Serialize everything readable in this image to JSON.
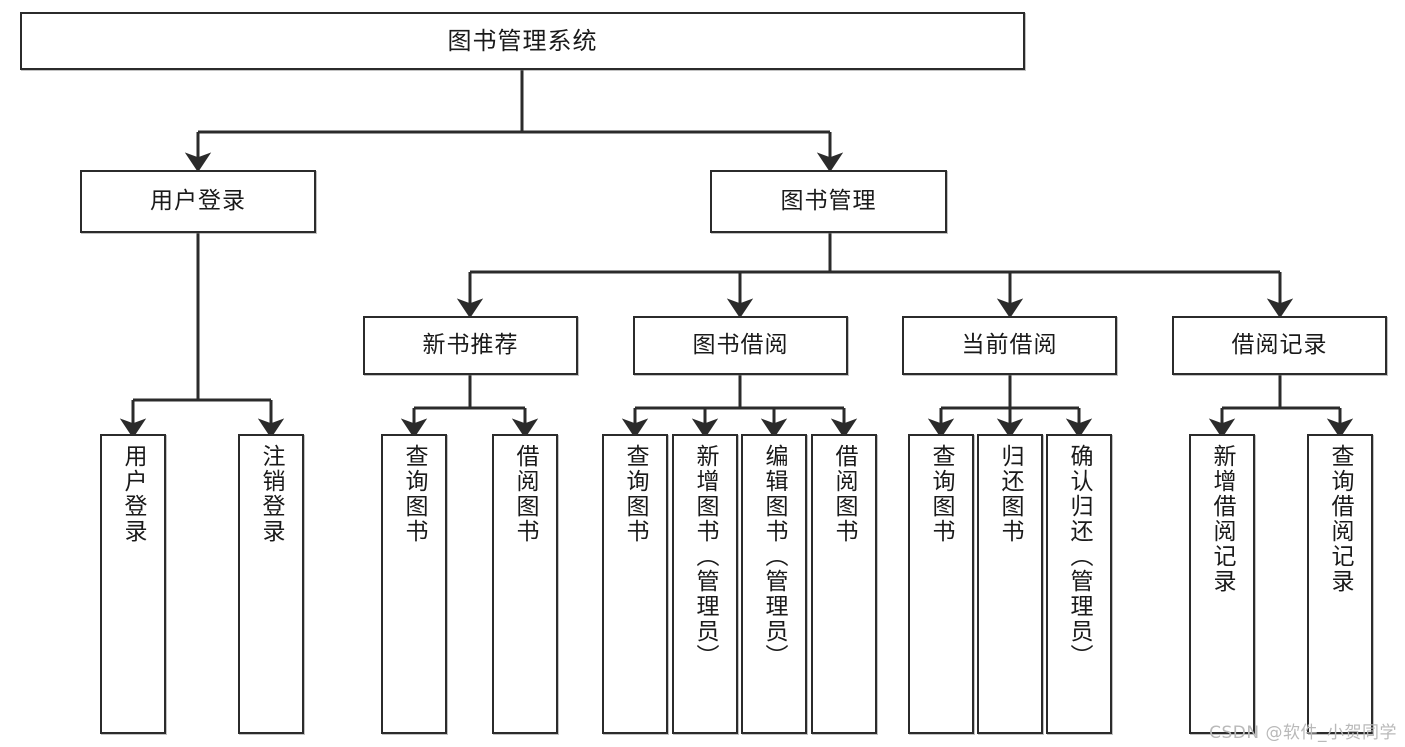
{
  "diagram": {
    "title": "图书管理系统",
    "type": "hierarchy-tree",
    "watermark": "CSDN @软件_小贺同学",
    "colors": {
      "box_border": "#2b2b2b",
      "box_fill": "#ffffff",
      "line": "#2b2b2b",
      "text": "#1a1a1a",
      "watermark": "#b9b9b9"
    },
    "root": {
      "label": "图书管理系统"
    },
    "level2": [
      {
        "label": "用户登录"
      },
      {
        "label": "图书管理"
      }
    ],
    "level3": [
      {
        "label": "新书推荐"
      },
      {
        "label": "图书借阅"
      },
      {
        "label": "当前借阅"
      },
      {
        "label": "借阅记录"
      }
    ],
    "leaves": {
      "user_login": [
        {
          "label": "用户登录"
        },
        {
          "label": "注销登录"
        }
      ],
      "new_book_recommend": [
        {
          "label": "查询图书"
        },
        {
          "label": "借阅图书"
        }
      ],
      "book_borrow": [
        {
          "label": "查询图书"
        },
        {
          "label": "新增图书（管理员）"
        },
        {
          "label": "编辑图书（管理员）"
        },
        {
          "label": "借阅图书"
        }
      ],
      "current_borrow": [
        {
          "label": "查询图书"
        },
        {
          "label": "归还图书"
        },
        {
          "label": "确认归还（管理员）"
        }
      ],
      "borrow_record": [
        {
          "label": "新增借阅记录"
        },
        {
          "label": "查询借阅记录"
        }
      ]
    }
  }
}
